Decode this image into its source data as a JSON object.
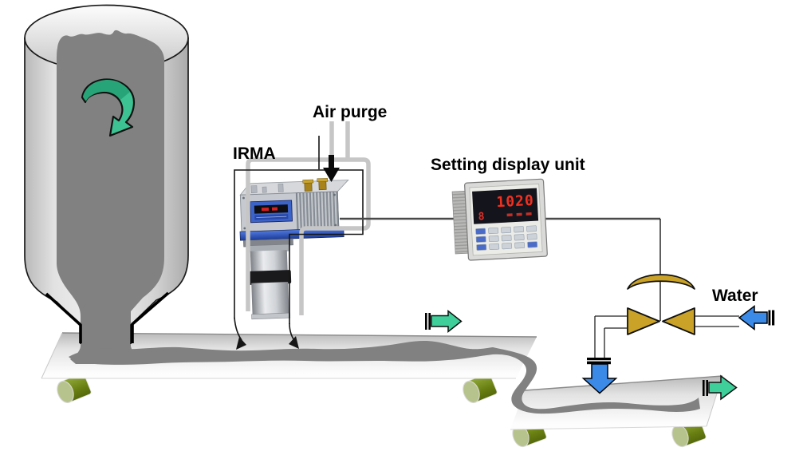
{
  "diagram": {
    "labels": {
      "irma": "IRMA",
      "air_purge": "Air purge",
      "setting_display_unit": "Setting display unit",
      "water": "Water"
    },
    "display_unit": {
      "readout": "1020",
      "aux_readout": "8"
    },
    "colors": {
      "flow_arrow_green": "#3ecf9a",
      "rotation_arrow_green": "#3cc293",
      "water_blue": "#3b8ae8",
      "valve_gold": "#c9a227",
      "material_gray": "#818181",
      "readout_red": "#f13020"
    },
    "icons": {
      "rotation_arrow": "clockwise-curved-arrow",
      "air_purge_arrow": "down-arrow",
      "flow_arrow": "right-arrow",
      "water_inlet_arrow": "left-arrow",
      "water_dosing_arrow": "down-arrow",
      "measurement_pointer": "curved-down-arrow"
    }
  }
}
